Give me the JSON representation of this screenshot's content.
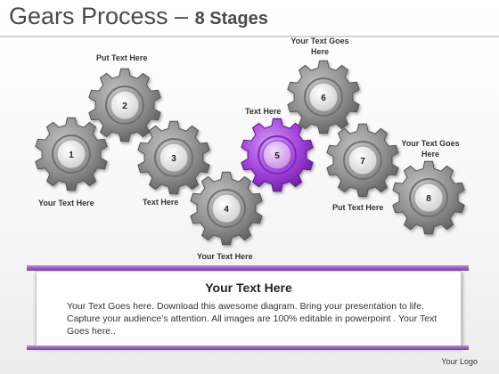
{
  "title": "Gears Process –",
  "subtitle": "8 Stages",
  "gears": [
    {
      "number": "1",
      "label": "Your Text Here",
      "color": "gray"
    },
    {
      "number": "2",
      "label": "Put Text Here",
      "color": "gray"
    },
    {
      "number": "3",
      "label": "Text Here",
      "color": "gray"
    },
    {
      "number": "4",
      "label": "Your Text Here",
      "color": "gray"
    },
    {
      "number": "5",
      "label": "Text Here",
      "color": "purple"
    },
    {
      "number": "6",
      "label": "Your Text Goes Here",
      "color": "gray"
    },
    {
      "number": "7",
      "label": "Put Text Here",
      "color": "gray"
    },
    {
      "number": "8",
      "label": "Your Text Goes Here",
      "color": "gray"
    }
  ],
  "box": {
    "title": "Your Text Here",
    "body": "Your Text Goes here. Download this awesome diagram. Bring your presentation to life. Capture your audience’s attention. All images are 100% editable in powerpoint . Your Text Goes here.."
  },
  "footer": "Your Logo",
  "colors": {
    "accent": "#8e2fc8",
    "gear_gray": "#8a8a8a",
    "bar": "#9a5cc6"
  }
}
